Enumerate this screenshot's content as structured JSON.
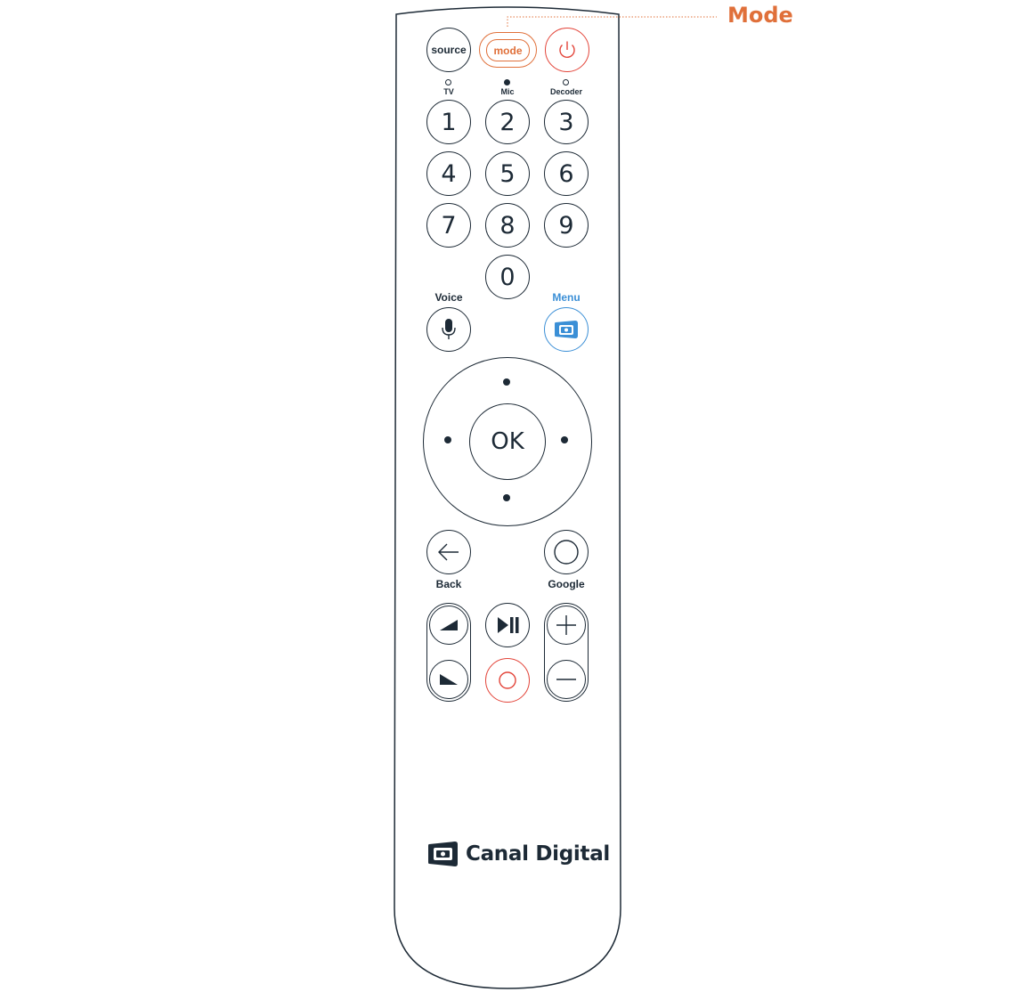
{
  "callout": {
    "label": "Mode",
    "color": "#e0703a"
  },
  "top_row": {
    "source_label": "source",
    "mode_label": "mode",
    "power_icon": "power-icon"
  },
  "indicators": {
    "tv": "TV",
    "mic": "Mic",
    "decoder": "Decoder"
  },
  "digits": [
    "1",
    "2",
    "3",
    "4",
    "5",
    "6",
    "7",
    "8",
    "9",
    "0"
  ],
  "labels": {
    "voice": "Voice",
    "menu": "Menu",
    "ok": "OK",
    "back": "Back",
    "google": "Google"
  },
  "brand": {
    "name": "Canal Digital"
  },
  "colors": {
    "accent_orange": "#e0703a",
    "accent_blue": "#3b8fd6",
    "record_red": "#e3453a",
    "ink": "#1d2a36"
  }
}
